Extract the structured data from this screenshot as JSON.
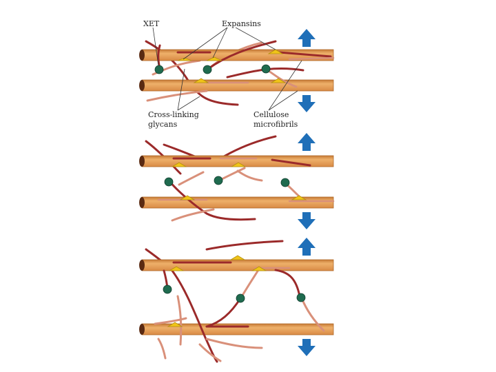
{
  "labels": {
    "xet": "XET",
    "expansins": "Expansins",
    "cross_linking_line1": "Cross-linking",
    "cross_linking_line2": "glycans",
    "cellulose_line1": "Cellulose",
    "cellulose_line2": "microfibrils"
  },
  "colors": {
    "microfibril": "#e8a455",
    "microfibril_edge": "#b06a2a",
    "microfibril_end": "#5a2a12",
    "glycan_dark": "#9b2a2a",
    "glycan_light": "#d9907a",
    "expansin": "#f0c419",
    "xet": "#1f6b4f",
    "arrow": "#1f6fb8",
    "leader": "#333333"
  },
  "icons": {
    "expansion_arrow": "double-headed-arrow-icon"
  }
}
